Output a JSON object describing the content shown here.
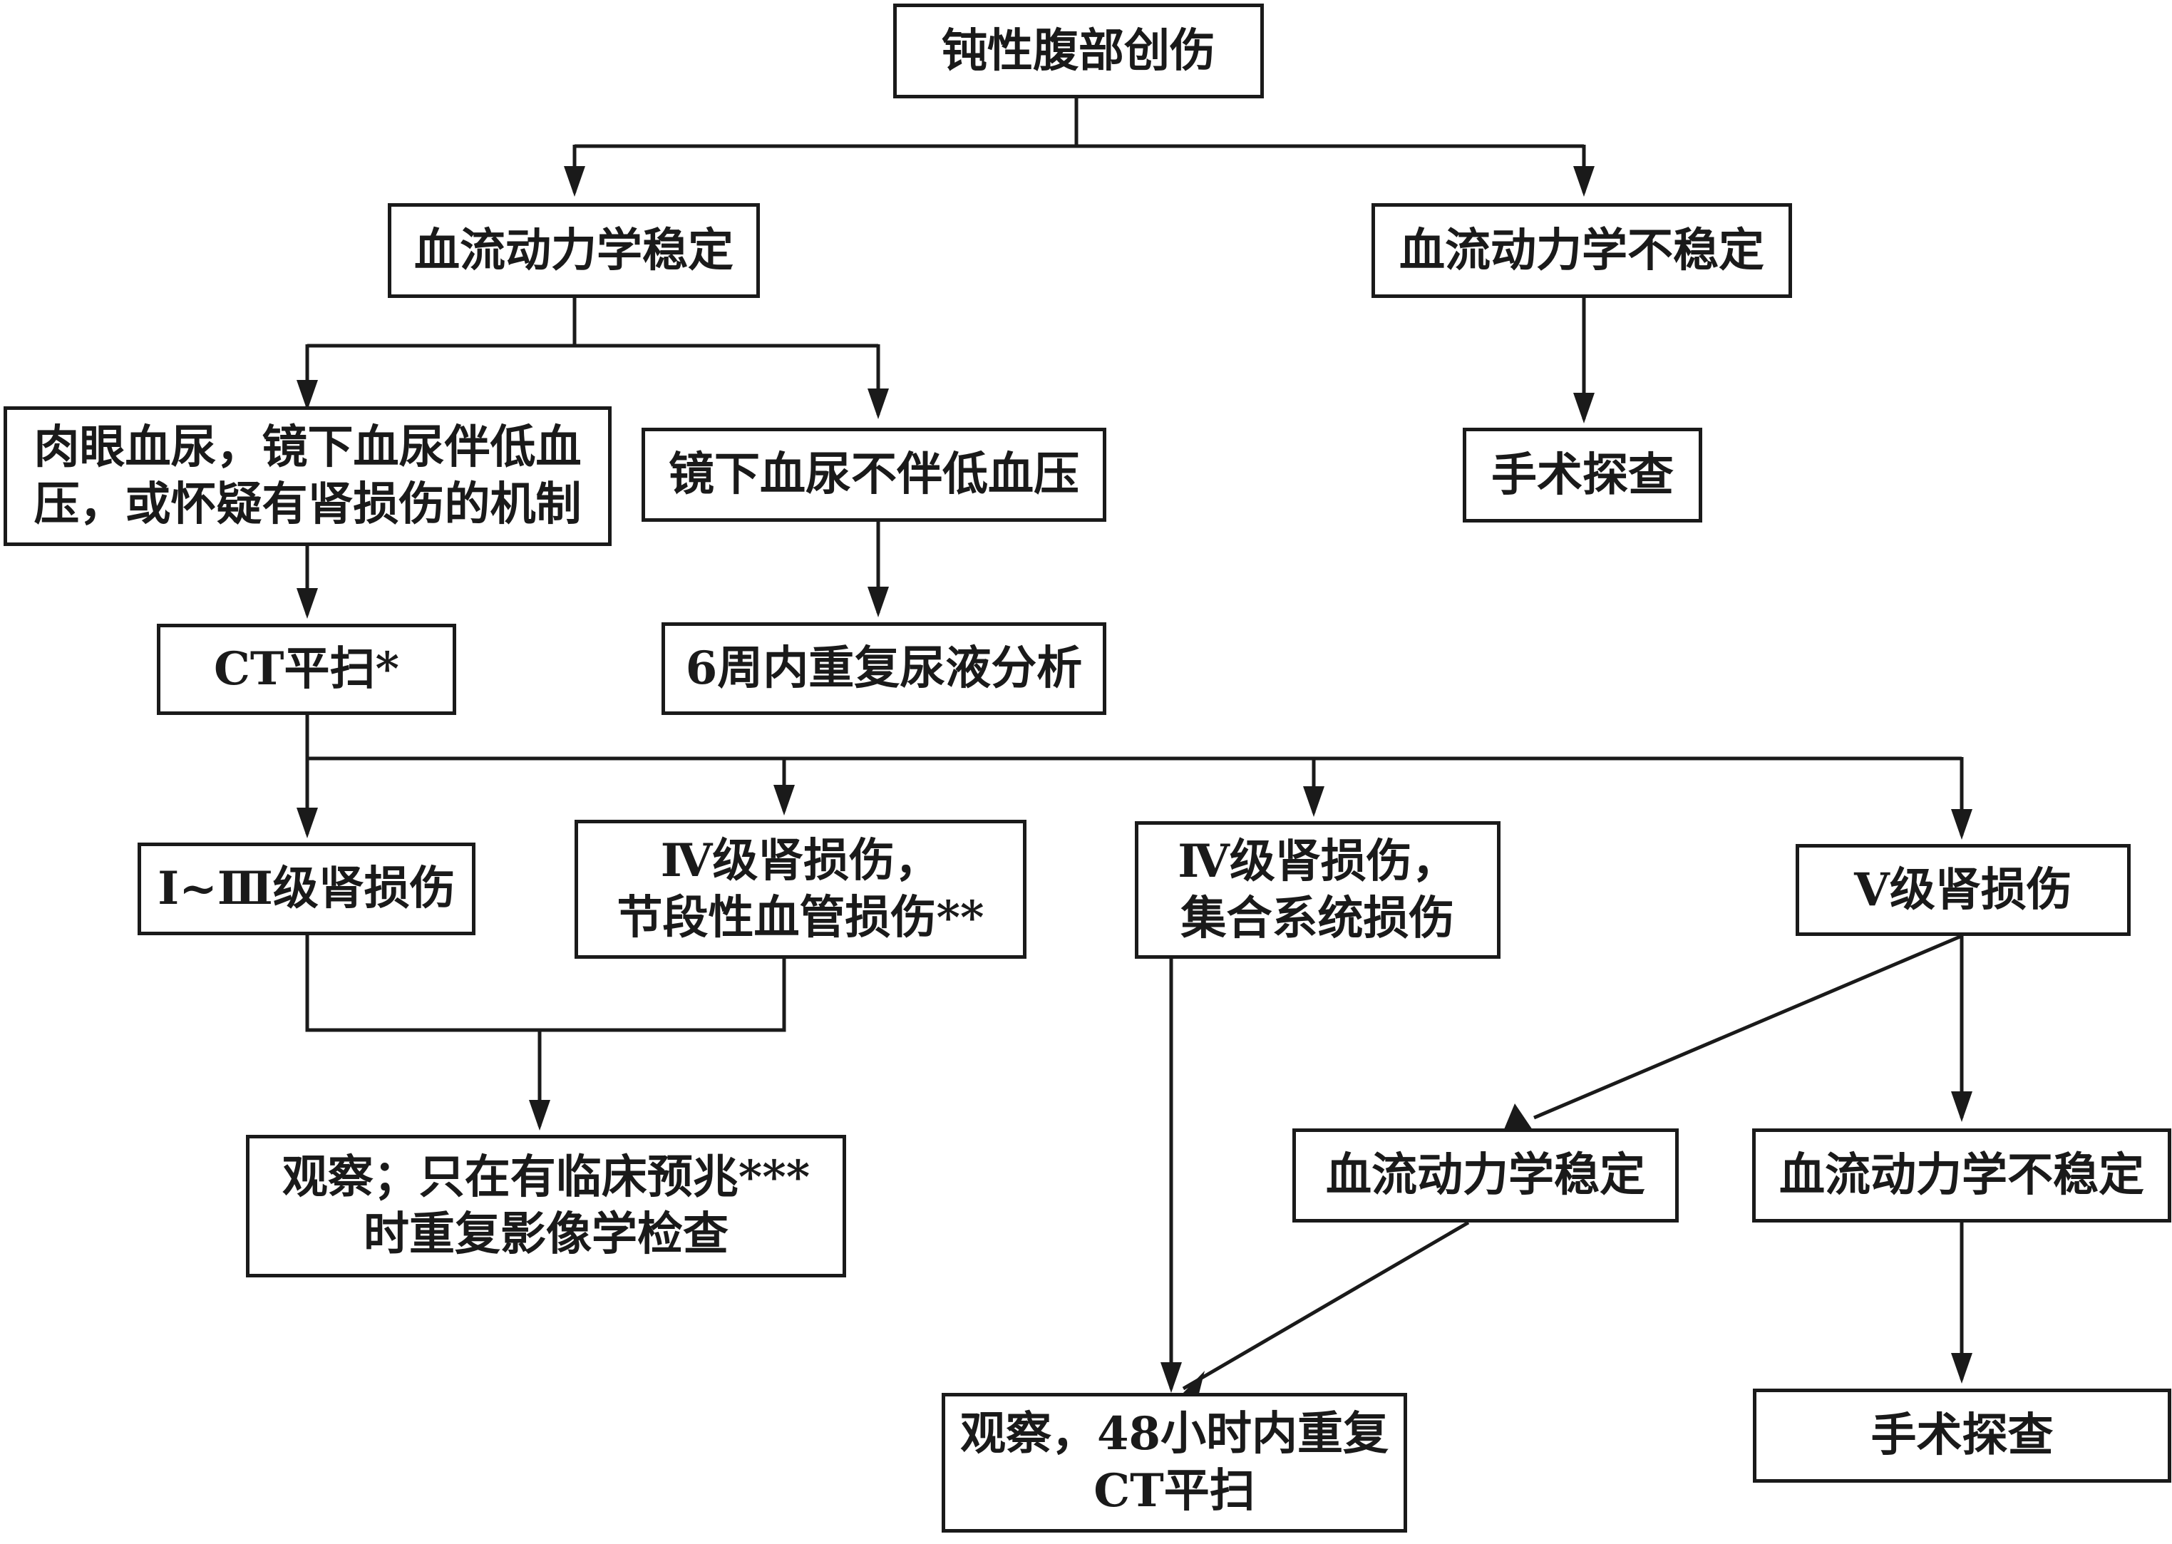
{
  "nodes": {
    "root": "钝性腹部创伤",
    "stable": "血流动力学稳定",
    "unstable": "血流动力学不稳定",
    "gross_line1": "肉眼血尿，镜下血尿伴低血",
    "gross_line2": "压，或怀疑有肾损伤的机制",
    "micro": "镜下血尿不伴低血压",
    "surgery_top": "手术探查",
    "ct_scan": "CT平扫*",
    "urine_repeat": "6周内重复尿液分析",
    "grade_1_3": "Ⅰ~Ⅲ级肾损伤",
    "grade4_vasc_line1": "Ⅳ级肾损伤，",
    "grade4_vasc_line2": "节段性血管损伤**",
    "grade4_coll_line1": "Ⅳ级肾损伤，",
    "grade4_coll_line2": "集合系统损伤",
    "grade5": "Ⅴ级肾损伤",
    "observe_line1": "观察；只在有临床预兆***",
    "observe_line2": "时重复影像学检查",
    "stable2": "血流动力学稳定",
    "unstable2": "血流动力学不稳定",
    "observe48_line1": "观察，48小时内重复",
    "observe48_line2": "CT平扫",
    "surgery_bottom": "手术探查"
  }
}
